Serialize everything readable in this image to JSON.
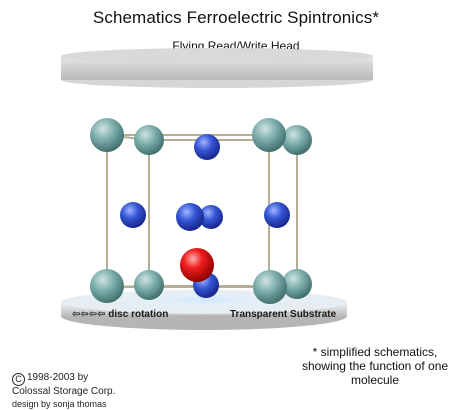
{
  "title": "Schematics Ferroelectric Spintronics*",
  "head_label": "Flying Read/Write Head",
  "disc": {
    "rotation_arrows": "⇦⇦⇦⇦",
    "rotation_label": "disc rotation",
    "substrate_label": "Transparent Substrate"
  },
  "footnote": "* simplified schematics, showing the function of one molecule",
  "copyright": {
    "symbol": "C",
    "years": "1998-2003 by",
    "company": "Colossal Storage Corp.",
    "design": "design by sonja thomas"
  },
  "colors": {
    "corner_atom": "#6fa3a0",
    "face_atom": "#2f4fc8",
    "center_atom": "#e01a1a",
    "frame": "#b4ae97",
    "head": "#cfcfcf",
    "substrate": "#dcdcdc"
  }
}
